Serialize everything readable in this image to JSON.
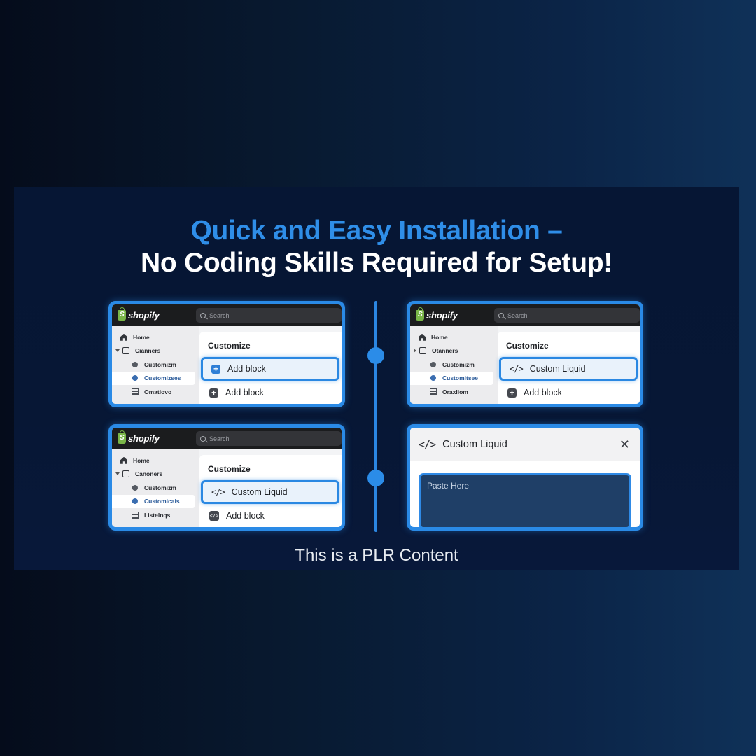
{
  "colors": {
    "accent": "#2b8ce8",
    "headline_blue": "#2f8ee8",
    "card_border": "#2a8ae6",
    "paste_bg": "#1f3f67"
  },
  "headline": {
    "line1": "Quick and Easy Installation –",
    "line2": "No Coding Skills Required for Setup!"
  },
  "caption": "This is a PLR Content",
  "cards": [
    {
      "logo": "shopify",
      "search_placeholder": "Search",
      "sidebar": [
        {
          "label": "Home",
          "icon": "home-icon"
        },
        {
          "label": "Cıanners",
          "icon": "store-icon"
        },
        {
          "label": "Customizm",
          "icon": "tag-icon"
        },
        {
          "label": "Customizses",
          "icon": "tag-icon",
          "active": true
        },
        {
          "label": "Omatiovo",
          "icon": "grid-icon"
        }
      ],
      "main_title": "Customize",
      "selected_row": {
        "label": "Add block",
        "icon": "plus-icon"
      },
      "row": {
        "label": "Add block",
        "icon": "plus-icon"
      }
    },
    {
      "logo": "shopify",
      "search_placeholder": "Search",
      "sidebar": [
        {
          "label": "Home",
          "icon": "home-icon"
        },
        {
          "label": "Otanners",
          "icon": "store-icon"
        },
        {
          "label": "Customizm",
          "icon": "tag-icon"
        },
        {
          "label": "Customitsee",
          "icon": "tag-icon",
          "active": true
        },
        {
          "label": "Oraxliom",
          "icon": "grid-icon"
        }
      ],
      "main_title": "Customize",
      "selected_row": {
        "label": "Custom Liquid",
        "icon": "code-icon"
      },
      "row": {
        "label": "Add block",
        "icon": "plus-icon"
      }
    },
    {
      "logo": "shopify",
      "search_placeholder": "Search",
      "sidebar": [
        {
          "label": "Home",
          "icon": "home-icon"
        },
        {
          "label": "Canoners",
          "icon": "store-icon"
        },
        {
          "label": "Customizm",
          "icon": "tag-icon"
        },
        {
          "label": "Customicais",
          "icon": "tag-icon",
          "active": true
        },
        {
          "label": "Listelnqs",
          "icon": "grid-icon"
        }
      ],
      "main_title": "Customize",
      "selected_row": {
        "label": "Custom Liquid",
        "icon": "code-icon"
      },
      "row": {
        "label": "Add block",
        "icon": "code-box-icon"
      }
    }
  ],
  "modal": {
    "code_glyph": "</>",
    "title": "Custom Liquid",
    "close_glyph": "✕",
    "paste_placeholder": "Paste Here"
  },
  "glyphs": {
    "plus": "+",
    "code": "</>",
    "code_small": "</>"
  }
}
